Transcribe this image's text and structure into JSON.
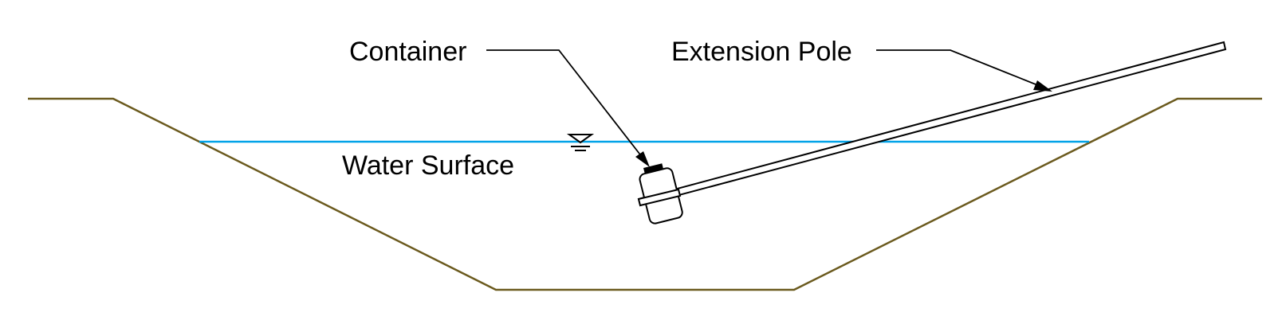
{
  "labels": {
    "container": "Container",
    "extension_pole": "Extension Pole",
    "water_surface": "Water Surface"
  },
  "colors": {
    "ground": "#6b5a1e",
    "water": "#00a2e8",
    "ink": "#000000",
    "cap": "#000000",
    "background": "#ffffff"
  },
  "icons": {
    "water_level": "water-surface-triangle-icon"
  }
}
